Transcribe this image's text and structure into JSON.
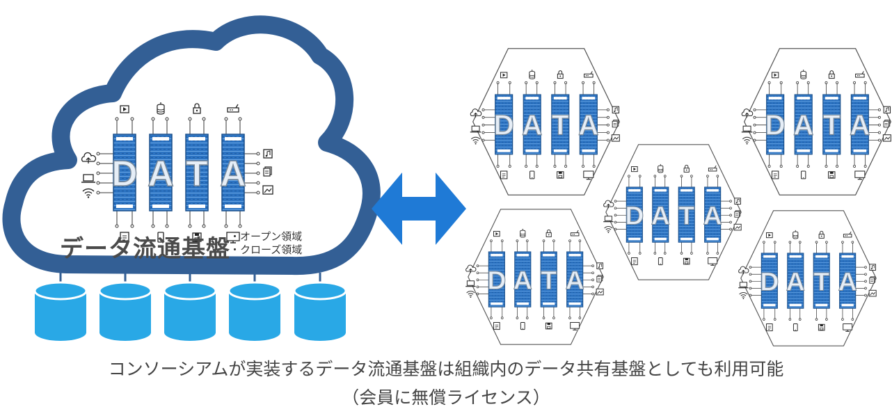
{
  "cloud": {
    "title": "データ流通基盤",
    "domains": [
      "・オープン領域",
      "・クローズ領域"
    ]
  },
  "data_block": {
    "letters": [
      "D",
      "A",
      "T",
      "A"
    ],
    "top_icons": [
      "play-icon",
      "database-icon",
      "lock-icon",
      "router-icon"
    ],
    "left_icons": [
      "cloud-upload-icon",
      "laptop-icon",
      "wifi-icon"
    ],
    "right_icons": [
      "music-icon",
      "document-icon",
      "image-icon"
    ],
    "bottom_icons": [
      "file-icon",
      "phone-icon",
      "floppy-icon",
      "monitor-icon"
    ]
  },
  "databases": 5,
  "hexagons": 5,
  "caption": {
    "line1": "コンソーシアムが実装するデータ流通基盤は組織内のデータ共有基盤としても利用可能",
    "line2": "（会員に無償ライセンス）"
  },
  "colors": {
    "cloud_outline": "#335f95",
    "rack_blue": "#2c73c2",
    "arrow_blue": "#1f7ad6",
    "db_blue": "#29a8e6",
    "hex_stroke": "#555555"
  }
}
